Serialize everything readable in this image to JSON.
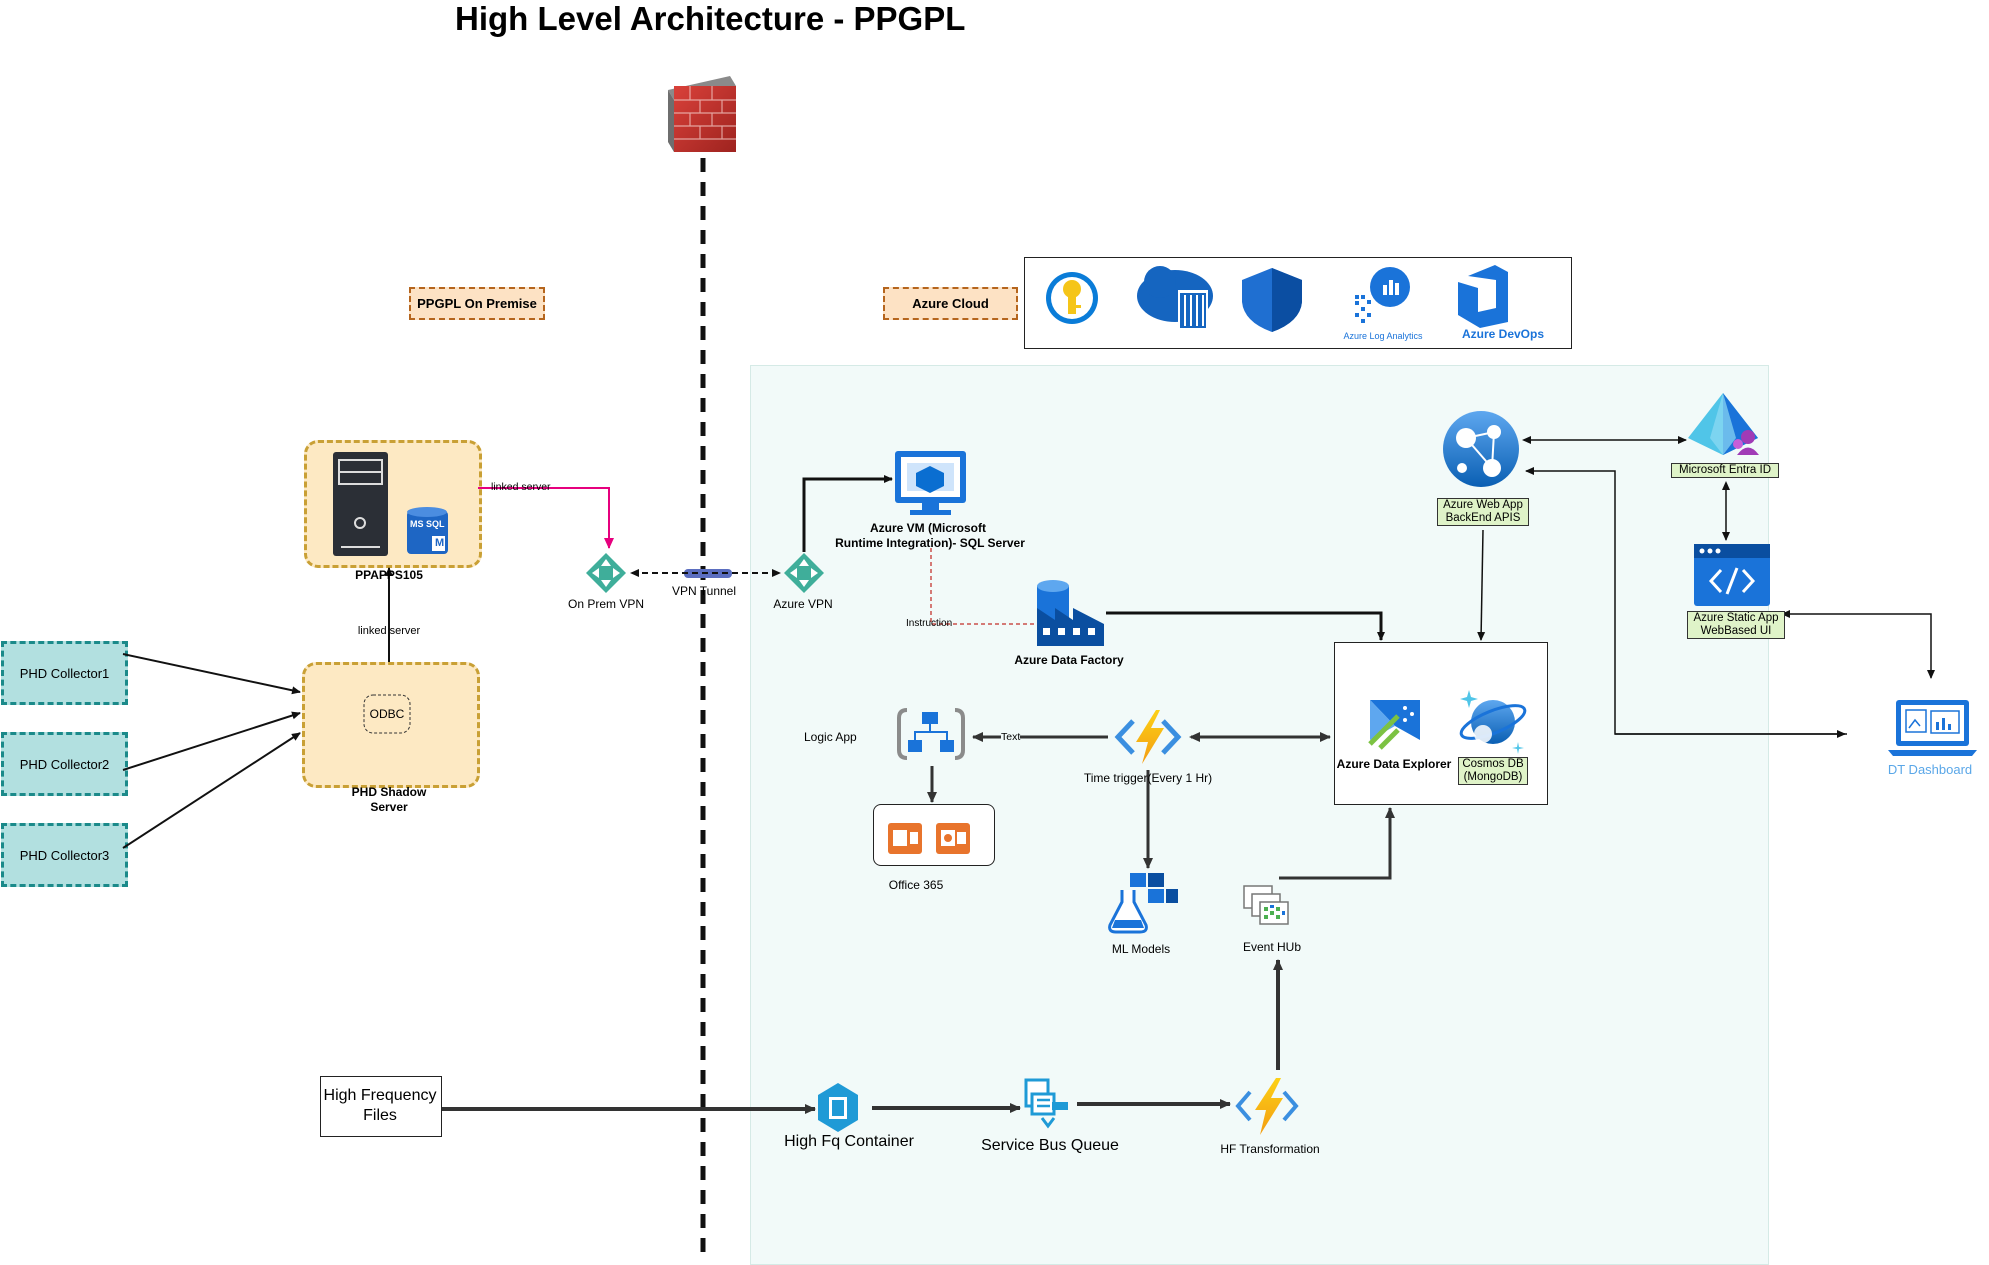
{
  "title": "High Level Architecture - PPGPL",
  "zones": {
    "on_premise": "PPGPL On Premise",
    "azure_cloud": "Azure Cloud"
  },
  "services_bar": {
    "log_analytics": "Azure Log Analytics",
    "devops": "Azure DevOps"
  },
  "on_prem": {
    "server": "PPAPPS105",
    "ms_sql": "MS SQL",
    "ms_sql_m": "M",
    "linked_server_1": "linked server",
    "linked_server_2": "linked server",
    "shadow_server_line1": "PHD Shadow",
    "shadow_server_line2": "Server",
    "odbc": "ODBC",
    "collectors": [
      "PHD Collector1",
      "PHD Collector2",
      "PHD Collector3"
    ],
    "vpn": "On Prem VPN",
    "high_freq_line1": "High Frequency",
    "high_freq_line2": "Files"
  },
  "network": {
    "vpn_tunnel": "VPN Tunnel",
    "azure_vpn": "Azure VPN"
  },
  "azure": {
    "vm_line1": "Azure VM (Microsoft",
    "vm_line2": "Runtime Integration)- SQL Server",
    "instruction": "Instruction",
    "data_factory": "Azure Data Factory",
    "logic_app": "Logic App",
    "text_edge": "Text",
    "function_trigger": "Time trigger(Every  1 Hr)",
    "office365": "Office 365",
    "ml_models": "ML Models",
    "event_hub": "Event HUb",
    "data_explorer": "Azure Data Explorer",
    "cosmos_line1": "Cosmos DB",
    "cosmos_line2": "(MongoDB)",
    "web_app_line1": "Azure Web App",
    "web_app_line2": "BackEnd APIS",
    "entra_id": "Microsoft Entra ID",
    "static_app_line1": "Azure Static App",
    "static_app_line2": "WebBased UI",
    "dt_dashboard": "DT Dashboard",
    "hf_container": "High Fq Container",
    "service_bus": "Service Bus Queue",
    "hf_transformation": "HF Transformation"
  },
  "colors": {
    "pink_edge": "#e6007e",
    "dark_edge": "#333333",
    "vpn_teal": "#3fae9a",
    "azure_blue": "#0078d4",
    "function_yellow": "#f7b500",
    "office_orange": "#e8742c"
  }
}
